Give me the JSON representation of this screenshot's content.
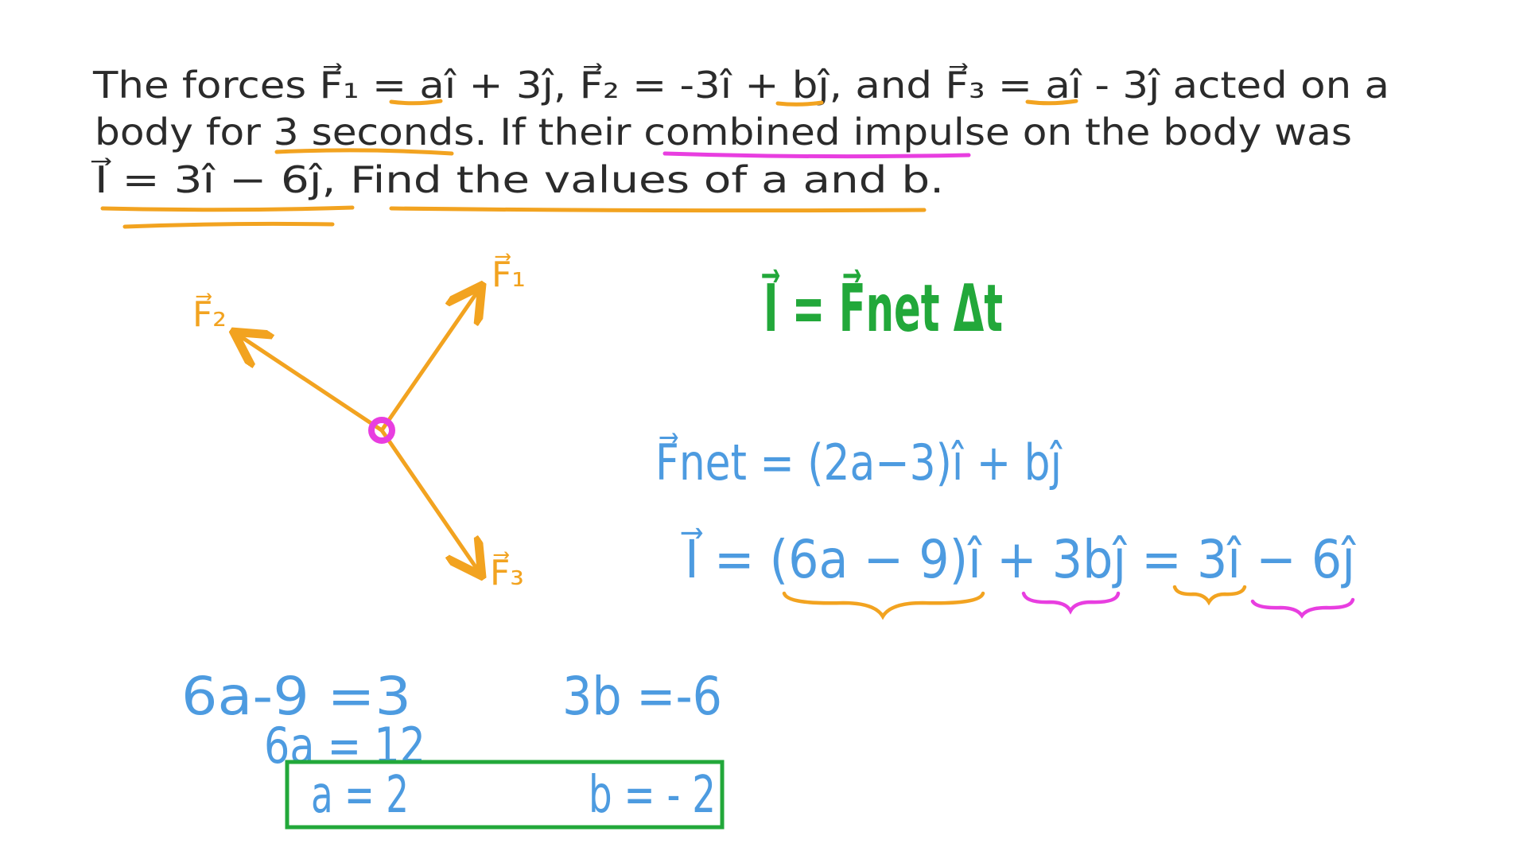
{
  "problem": {
    "line1": "The forces F⃗₁ = aî + 3ĵ, F⃗₂ = -3î + bĵ, and F⃗₃ = aî - 3ĵ acted on a",
    "line2": "body for 3 seconds. If their combined impulse on the body was",
    "line3": "I⃗ = 3î − 6ĵ, Find the values of a and b."
  },
  "diagram": {
    "labels": [
      "F⃗₁",
      "F⃗₂",
      "F⃗₃"
    ]
  },
  "working": {
    "impulse_formula": "I⃗ = F⃗net Δt",
    "fnet_line": "F⃗net = (2a−3)î + bĵ",
    "impulse_line": "I⃗ = (6a − 9)î + 3bĵ = 3î − 6ĵ",
    "eq_a1": "6a-9   =3",
    "eq_b1": "3b  =-6",
    "eq_a2": "6a = 12",
    "answer_a": "a = 2",
    "answer_b": "b = - 2"
  },
  "colors": {
    "text": "#2b2b2b",
    "orange": "#f2a320",
    "pink": "#e83ee0",
    "green": "#22a83a",
    "blue": "#4d9be0"
  }
}
